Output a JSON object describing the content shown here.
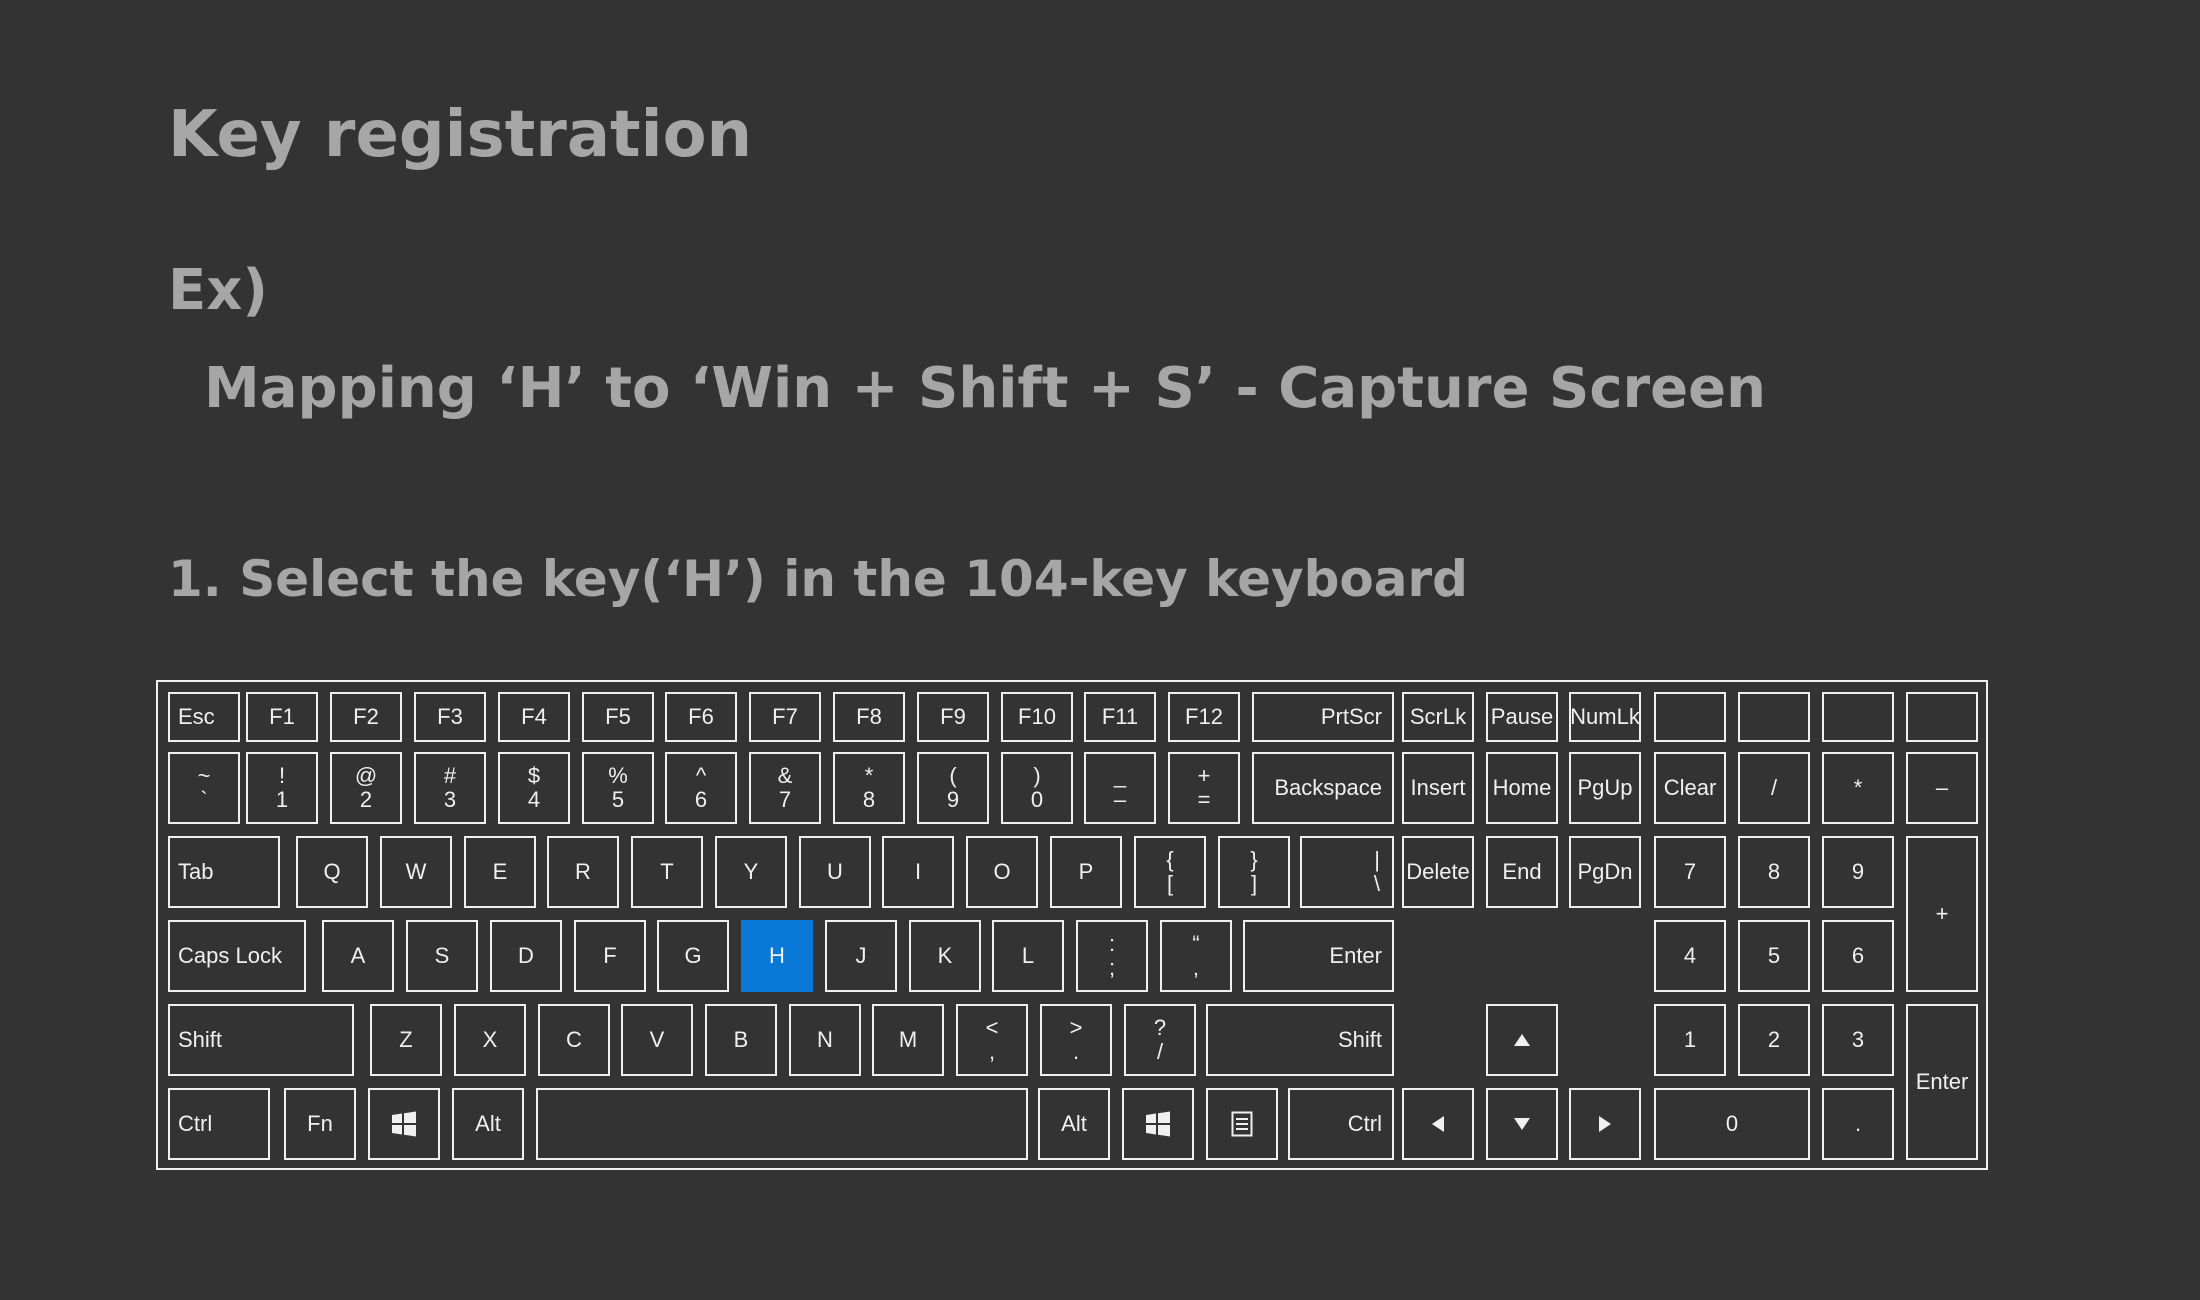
{
  "title": "Key registration",
  "example_label": "Ex)",
  "example_description": "Mapping ‘H’ to ‘Win + Shift + S’ - Capture Screen",
  "step_one": "1. Select the key(‘H’) in the 104-key keyboard",
  "colors": {
    "background": "#333333",
    "heading": "#a6a6a6",
    "key_border": "#f0f0f0",
    "selected": "#0a78d7"
  },
  "selected_key": "H",
  "keyboard": {
    "function_row": [
      "Esc",
      "F1",
      "F2",
      "F3",
      "F4",
      "F5",
      "F6",
      "F7",
      "F8",
      "F9",
      "F10",
      "F11",
      "F12",
      "PrtScr",
      "ScrLk",
      "Pause",
      "NumLk",
      "",
      "",
      "",
      ""
    ],
    "number_row": [
      {
        "top": "~",
        "bottom": "`"
      },
      {
        "top": "!",
        "bottom": "1"
      },
      {
        "top": "@",
        "bottom": "2"
      },
      {
        "top": "#",
        "bottom": "3"
      },
      {
        "top": "$",
        "bottom": "4"
      },
      {
        "top": "%",
        "bottom": "5"
      },
      {
        "top": "^",
        "bottom": "6"
      },
      {
        "top": "&",
        "bottom": "7"
      },
      {
        "top": "*",
        "bottom": "8"
      },
      {
        "top": "(",
        "bottom": "9"
      },
      {
        "top": ")",
        "bottom": "0"
      },
      {
        "top": "_",
        "bottom": "–"
      },
      {
        "top": "+",
        "bottom": "="
      }
    ],
    "number_row_right": [
      "Backspace",
      "Insert",
      "Home",
      "PgUp",
      "Clear",
      "/",
      "*",
      "–"
    ],
    "tab_row": [
      "Tab",
      "Q",
      "W",
      "E",
      "R",
      "T",
      "Y",
      "U",
      "I",
      "O",
      "P"
    ],
    "tab_row_brackets": [
      {
        "top": "{",
        "bottom": "["
      },
      {
        "top": "}",
        "bottom": "]"
      },
      {
        "top": "|",
        "bottom": "\\"
      }
    ],
    "tab_row_right": [
      "Delete",
      "End",
      "PgDn",
      "7",
      "8",
      "9",
      "+"
    ],
    "caps_row": [
      "Caps Lock",
      "A",
      "S",
      "D",
      "F",
      "G",
      "H",
      "J",
      "K",
      "L"
    ],
    "caps_row_punct": [
      {
        "top": ":",
        "bottom": ";"
      },
      {
        "top": "“",
        "bottom": "‚"
      }
    ],
    "caps_row_right": [
      "Enter",
      "4",
      "5",
      "6"
    ],
    "shift_row": [
      "Shift",
      "Z",
      "X",
      "C",
      "V",
      "B",
      "N",
      "M"
    ],
    "shift_row_punct": [
      {
        "top": "<",
        "bottom": ","
      },
      {
        "top": ">",
        "bottom": "."
      },
      {
        "top": "?",
        "bottom": "/"
      }
    ],
    "shift_row_right": [
      "Shift",
      "1",
      "2",
      "3",
      "Enter"
    ],
    "bottom_row": [
      "Ctrl",
      "Fn",
      "Alt",
      "",
      "Alt",
      "Ctrl",
      "0",
      "."
    ],
    "icons": [
      "windows-icon",
      "menu-icon",
      "arrow-up-icon",
      "arrow-left-icon",
      "arrow-down-icon",
      "arrow-right-icon"
    ]
  }
}
